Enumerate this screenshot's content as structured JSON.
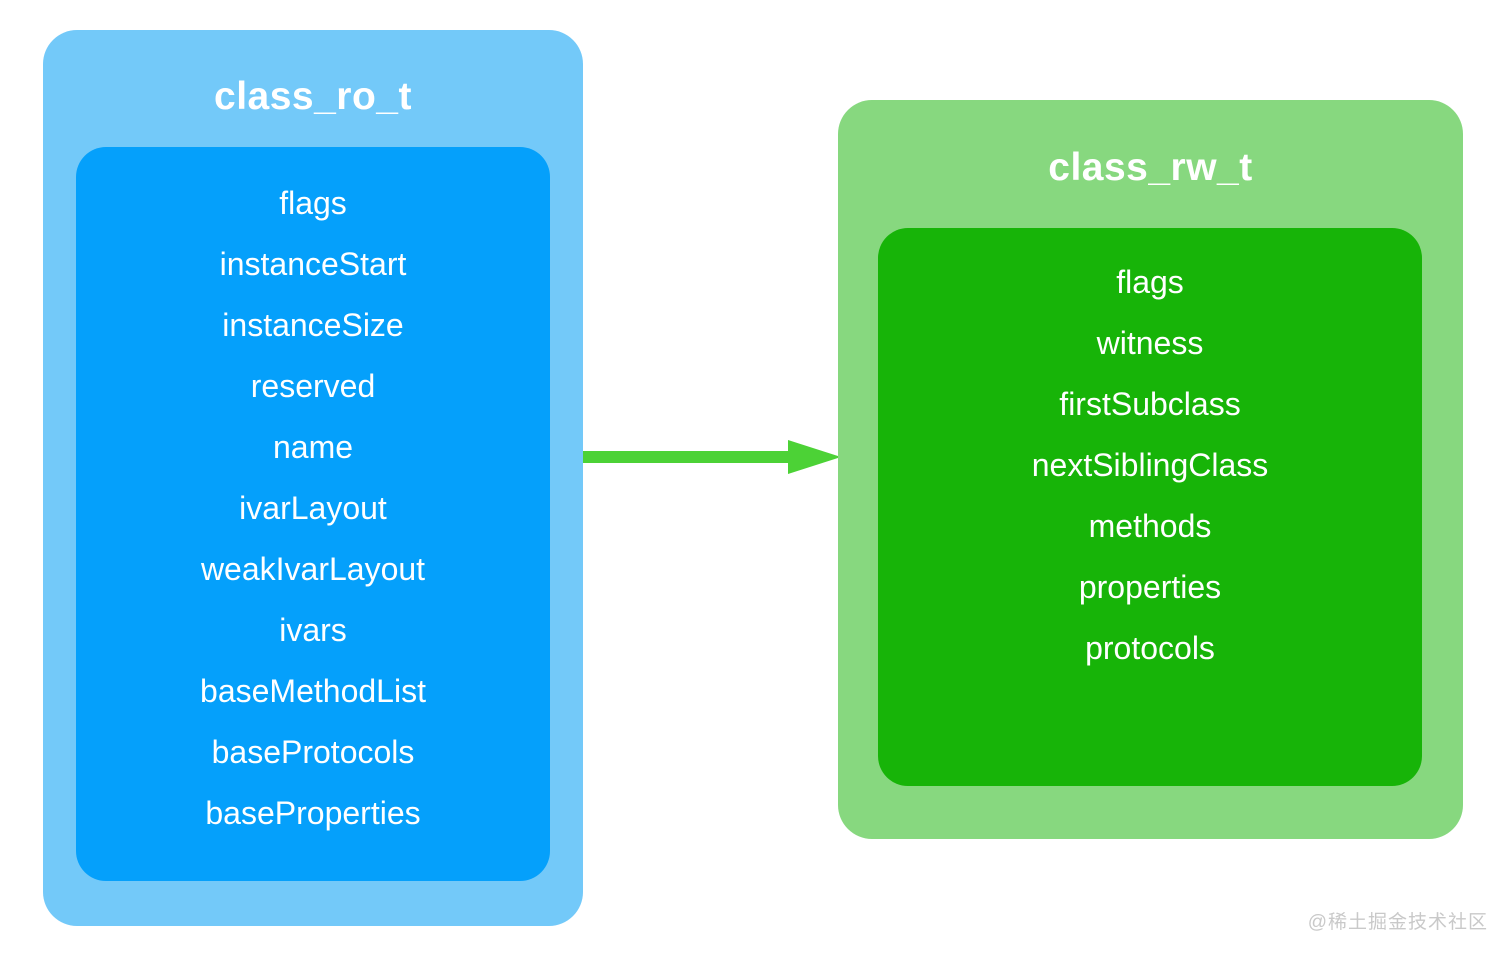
{
  "diagram": {
    "background_color": "#ffffff",
    "blue_struct": {
      "title": "class_ro_t",
      "outer_color": "#73C9F9",
      "inner_color": "#05A0FB",
      "text_color": "#ffffff",
      "fields": [
        "flags",
        "instanceStart",
        "instanceSize",
        "reserved",
        "name",
        "ivarLayout",
        "weakIvarLayout",
        "ivars",
        "baseMethodList",
        "baseProtocols",
        "baseProperties"
      ]
    },
    "green_struct": {
      "title": "class_rw_t",
      "outer_color": "#87D87F",
      "inner_color": "#17B408",
      "text_color": "#ffffff",
      "fields": [
        "flags",
        "witness",
        "firstSubclass",
        "nextSiblingClass",
        "methods",
        "properties",
        "protocols"
      ]
    },
    "arrow": {
      "icon": "arrow-right-icon",
      "color": "#4CD236",
      "direction": "left-to-right",
      "label": ""
    },
    "watermark": {
      "text": "@稀土掘金技术社区",
      "color": "#c9c9c9"
    }
  }
}
